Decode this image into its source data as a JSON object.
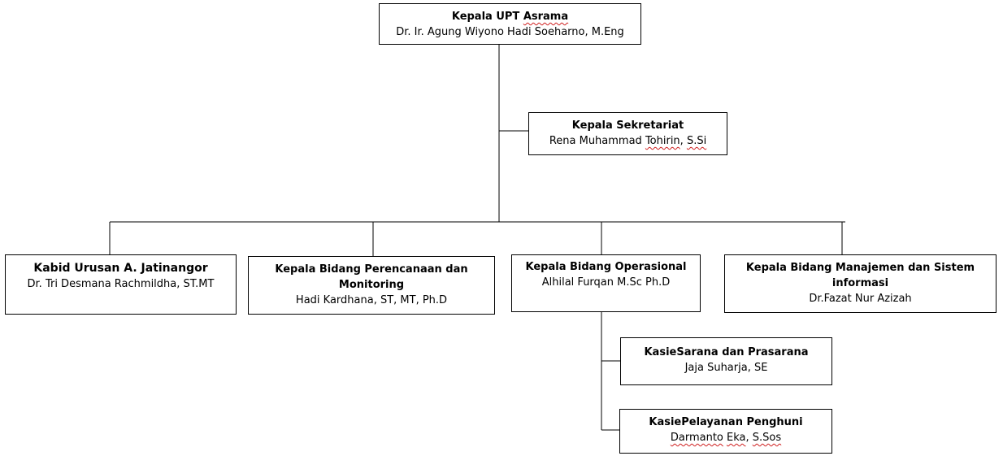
{
  "chart": {
    "head": {
      "title_a": "Kepala UPT ",
      "title_b": "Asrama",
      "name": "Dr. Ir. Agung Wiyono Hadi Soeharno, M.Eng"
    },
    "secretariat": {
      "title": "Kepala Sekretariat",
      "name_a": "Rena Muhammad ",
      "name_b": "Tohirin",
      "name_c": ", ",
      "name_d": "S.Si"
    },
    "jatinangor": {
      "title": "Kabid Urusan A. Jatinangor",
      "name": "Dr. Tri Desmana Rachmildha, ST.MT"
    },
    "planning": {
      "title_1": "Kepala Bidang Perencanaan dan",
      "title_2": "Monitoring",
      "name": "Hadi Kardhana, ST, MT, Ph.D"
    },
    "operations": {
      "title": "Kepala Bidang Operasional",
      "name": "Alhilal Furqan M.Sc Ph.D"
    },
    "management": {
      "title_1": "Kepala Bidang Manajemen dan Sistem",
      "title_2": "informasi",
      "name": "Dr.Fazat Nur Azizah"
    },
    "facilities": {
      "title": "KasieSarana dan Prasarana",
      "name": "Jaja Suharja, SE"
    },
    "residents": {
      "title": "KasiePelayanan Penghuni",
      "name_a": "Darmanto",
      "name_b": " ",
      "name_c": "Eka",
      "name_d": ", ",
      "name_e": "S.Sos"
    }
  }
}
